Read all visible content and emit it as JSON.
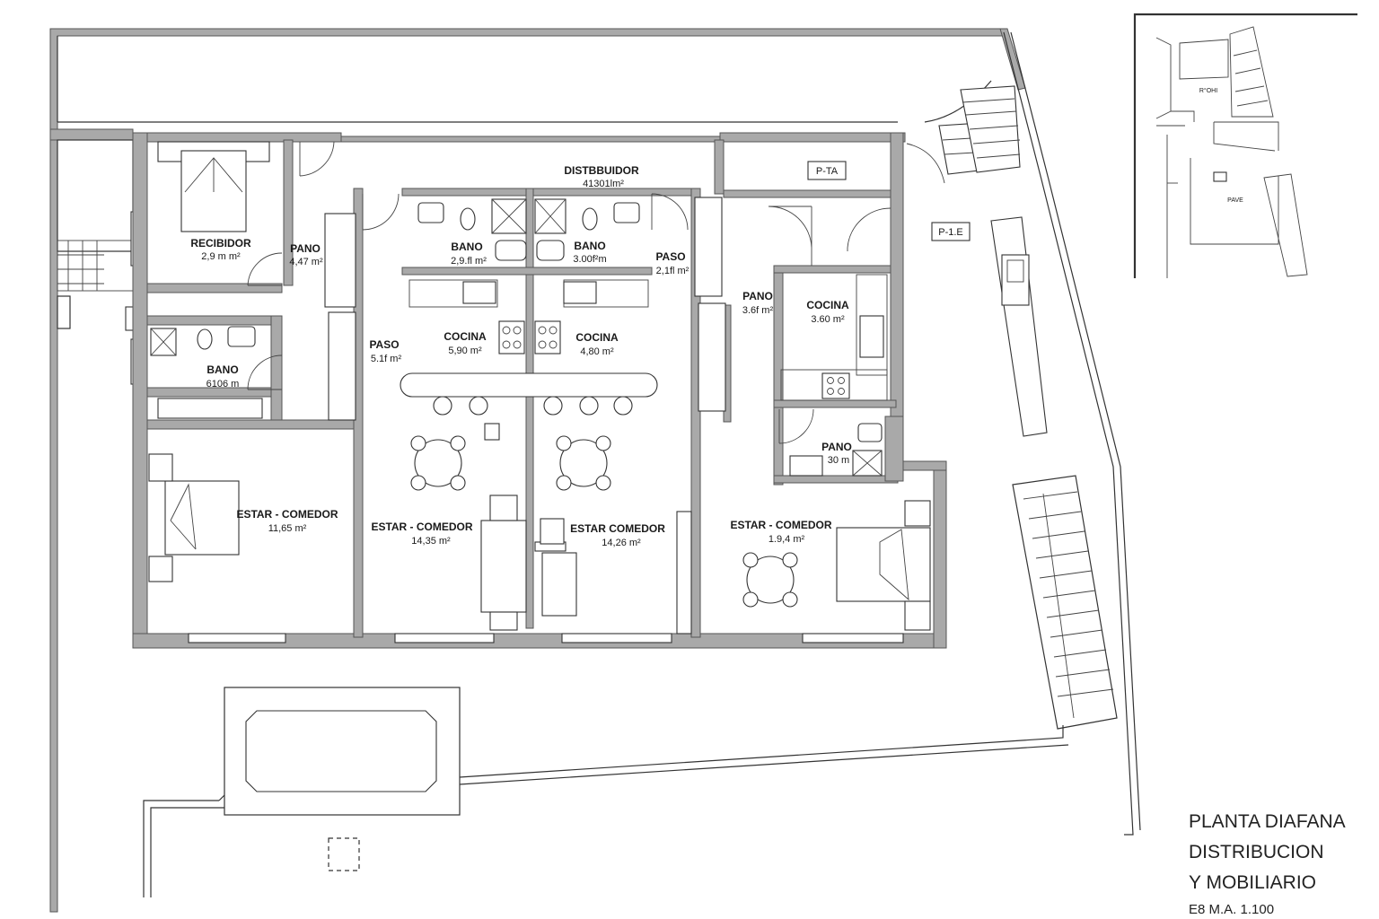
{
  "rooms": {
    "recibidor": {
      "name": "RECIBIDOR",
      "area": "2,9 m m²"
    },
    "pano_1": {
      "name": "PANO",
      "area": "4,47 m²"
    },
    "bano_1": {
      "name": "BANO",
      "area": "6106 m"
    },
    "estar_1": {
      "name": "ESTAR - COMEDOR",
      "area": "11,65 m²"
    },
    "distribuidor": {
      "name": "DISTBBUIDOR",
      "area": "41301lm²"
    },
    "bano_2": {
      "name": "BANO",
      "area": "2,9.fl m²"
    },
    "bano_3": {
      "name": "BANO",
      "area": "3.00f²m"
    },
    "paso_1": {
      "name": "PASO",
      "area": "5.1f m²"
    },
    "cocina_1": {
      "name": "COCINA",
      "area": "5,90 m²"
    },
    "cocina_2": {
      "name": "COCINA",
      "area": "4,80 m²"
    },
    "paso_2": {
      "name": "PASO",
      "area": "2,1fl m²"
    },
    "estar_2": {
      "name": "ESTAR - COMEDOR",
      "area": "14,35 m²"
    },
    "estar_3": {
      "name": "ESTAR COMEDOR",
      "area": "14,26 m²"
    },
    "pano_2": {
      "name": "PANO",
      "area": "3.6f m²"
    },
    "cocina_3": {
      "name": "COCINA",
      "area": "3.60 m²"
    },
    "pano_3": {
      "name": "PANO",
      "area": "30 m"
    },
    "estar_4": {
      "name": "ESTAR - COMEDOR",
      "area": "1.9,4 m²"
    }
  },
  "tags": {
    "pta": "P-TA",
    "p1e": "P-1.E"
  },
  "inset": {
    "label_a": "R°OHI",
    "label_b": "PAVE"
  },
  "title": {
    "line1": "PLANTA DIAFANA",
    "line2": "DISTRIBUCION",
    "line3": "Y MOBILIARIO",
    "scale": "E8 M.A. 1.100"
  }
}
